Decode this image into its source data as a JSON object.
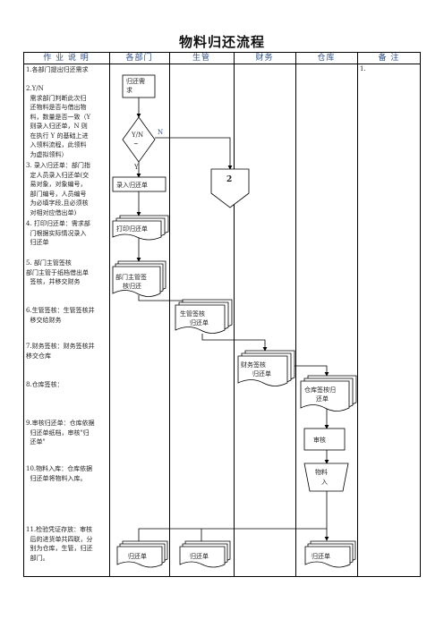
{
  "title": "物料归还流程",
  "columns": [
    "作 业 说 明",
    "各部门",
    "生管",
    "财务",
    "仓库",
    "备 注"
  ],
  "steps": [
    "1.各部门提出归还需求",
    "2.Y/N\n  需求部门判断此次归\n  还物料是否与借出物\n  料，数量是否一致（Y\n  则录入归还单，N 则\n  在执行 Y 的基础上进\n  入领料流程，此领料\n  为虚拟领料）",
    "3. 录入归还单：部门指\n  定人员录入归还单(交\n  易对象，对象编号，\n  部门编号，人员编号\n  为必填字段,且必须核\n  对相对应借出单)",
    "4. 打印归还单：需求部\n  门根据实际情况录入\n  归还单",
    "5. 部门主管签核\n部门主管于纸档借出单\n  签核，并移交财务",
    "6.生管签核：生管签核并\n  移交给财务",
    "7.财务签核：财务签核并\n移交仓库",
    "8.仓库签核：",
    "9.审核归还单：仓库依据\n  归还单纸档，审核\"归\n  还单\"",
    "10.物料入库：仓库依据\n  归还单将物料入库。",
    "11.检验凭证存放：审核\n  后的进货单共四联，分\n  别为仓库，生管，归还\n  部门。"
  ],
  "note": "1.",
  "nodes": {
    "request": "归还需求",
    "decision": "Y/N",
    "yes": "Y",
    "no": "N",
    "connector": "2",
    "enter_return": "录入归还单",
    "print_return": "打印归还单",
    "dept_sign": "部门主管签核归还",
    "prod_sign": "生管签核归还单",
    "fin_sign": "财务签核归还单",
    "wh_sign": "仓库签核归还单",
    "audit": "审核",
    "storage": "物料入库",
    "doc_dept": "归还单",
    "doc_prod": "归还单",
    "doc_wh": "归还单"
  }
}
